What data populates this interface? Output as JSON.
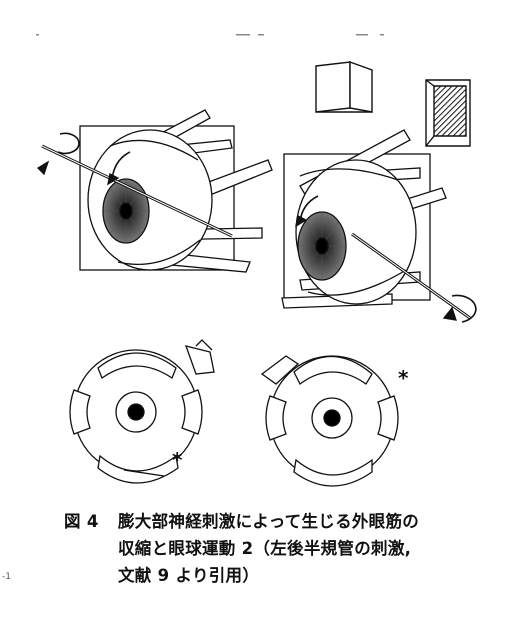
{
  "figure": {
    "label": "図 4",
    "caption_line1": "膨大部神経刺激によって生じる外眼筋の",
    "caption_line2": "収縮と眼球運動 2（左後半規管の刺激,",
    "caption_line3": "文献 9 より引用）",
    "asterisk_left": "*",
    "asterisk_right": "*"
  },
  "page": {
    "stray_mark": "-1"
  }
}
